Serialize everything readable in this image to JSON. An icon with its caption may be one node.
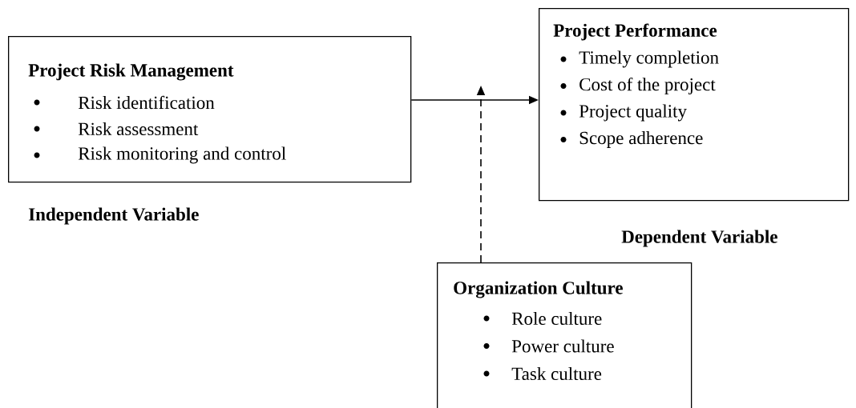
{
  "diagram": {
    "nodes": [
      {
        "text": [
          "Project Risk Management",
          "Risk identification",
          "Risk assessment",
          "Risk monitoring and control"
        ],
        "beside": [
          "Independent Variable"
        ]
      },
      {
        "text": [
          "Project Performance",
          "Timely completion",
          "Cost of the project",
          "Project quality",
          "Scope adherence"
        ]
      },
      {
        "text": [
          "Organization Culture",
          "Role culture",
          "Power culture",
          "Task culture"
        ]
      }
    ],
    "edges": [
      {
        "from": 0,
        "to": 1,
        "arrow": "to"
      },
      {
        "from": 2,
        "to": null,
        "arrow": "to",
        "style": "dashed"
      }
    ],
    "labels": [
      "Dependent Variable"
    ]
  }
}
